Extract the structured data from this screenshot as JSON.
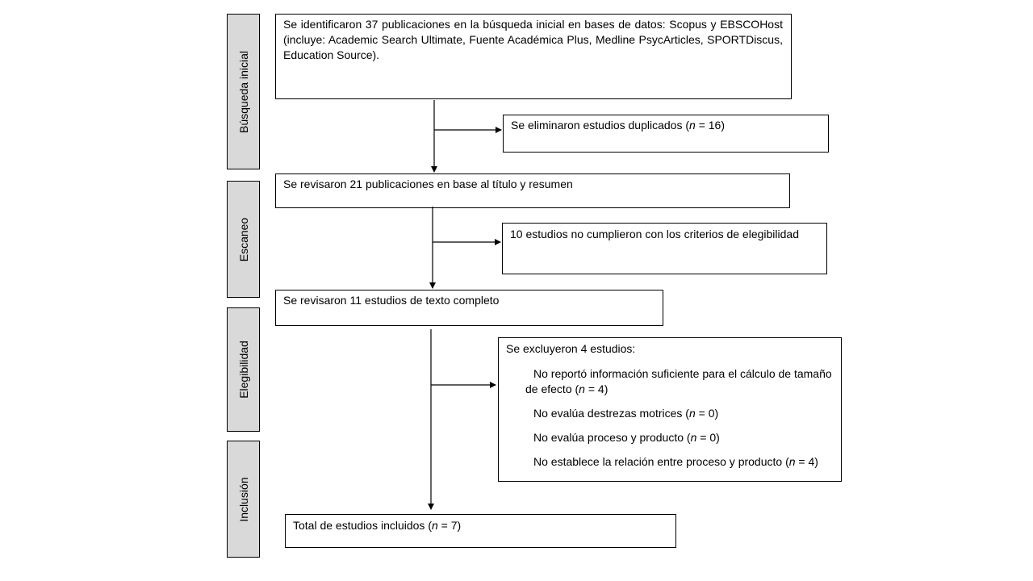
{
  "stages": {
    "busqueda": "Búsqueda inicial",
    "escaneo": "Escaneo",
    "elegibilidad": "Elegibilidad",
    "inclusion": "Inclusión"
  },
  "boxes": {
    "initial_search": "Se identificaron 37 publicaciones en la búsqueda inicial en bases de datos: Scopus y EBSCOHost (incluye: Academic Search Ultimate, Fuente Académica Plus, Medline PsycArticles, SPORTDiscus, Education Source).",
    "duplicates": {
      "text": "Se eliminaron estudios duplicados (",
      "n_label": "n",
      "n_value": " = 16)"
    },
    "title_abstract": "Se revisaron 21 publicaciones en base al título  y resumen",
    "not_eligible": "10 estudios no cumplieron con los criterios de elegibilidad",
    "full_text": "Se revisaron 11 estudios de texto completo",
    "excluded": {
      "heading": "Se excluyeron 4 estudios:",
      "reasons": [
        {
          "text": "No reportó información suficiente para el cálculo de tamaño de efecto (",
          "n_label": "n",
          "n_value": " = 4)"
        },
        {
          "text": "No evalúa destrezas motrices (",
          "n_label": "n",
          "n_value": " = 0)"
        },
        {
          "text": "No evalúa proceso y producto (",
          "n_label": "n",
          "n_value": " = 0)"
        },
        {
          "text": "No establece la relación entre proceso y producto (",
          "n_label": "n",
          "n_value": " = 4)"
        }
      ]
    },
    "included": {
      "text": "Total de estudios incluidos (",
      "n_label": "n",
      "n_value": " = 7)"
    }
  }
}
